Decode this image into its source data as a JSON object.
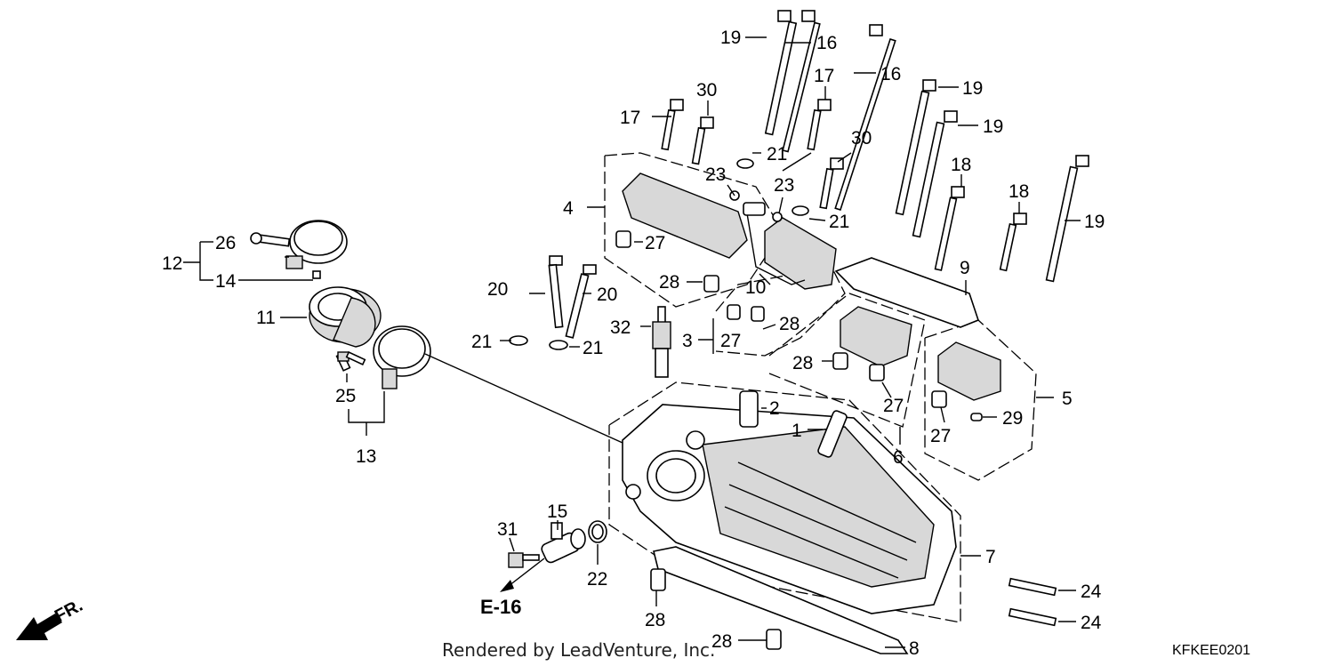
{
  "callouts": [
    {
      "id": "c1",
      "label": "1"
    },
    {
      "id": "c2",
      "label": "2"
    },
    {
      "id": "c3",
      "label": "3"
    },
    {
      "id": "c4",
      "label": "4"
    },
    {
      "id": "c5",
      "label": "5"
    },
    {
      "id": "c6",
      "label": "6"
    },
    {
      "id": "c7",
      "label": "7"
    },
    {
      "id": "c8",
      "label": "8"
    },
    {
      "id": "c9",
      "label": "9"
    },
    {
      "id": "c10",
      "label": "10"
    },
    {
      "id": "c11",
      "label": "11"
    },
    {
      "id": "c12",
      "label": "12"
    },
    {
      "id": "c13",
      "label": "13"
    },
    {
      "id": "c14",
      "label": "14"
    },
    {
      "id": "c15",
      "label": "15"
    },
    {
      "id": "c16a",
      "label": "16"
    },
    {
      "id": "c16b",
      "label": "16"
    },
    {
      "id": "c17a",
      "label": "17"
    },
    {
      "id": "c17b",
      "label": "17"
    },
    {
      "id": "c18a",
      "label": "18"
    },
    {
      "id": "c18b",
      "label": "18"
    },
    {
      "id": "c19a",
      "label": "19"
    },
    {
      "id": "c19b",
      "label": "19"
    },
    {
      "id": "c19c",
      "label": "19"
    },
    {
      "id": "c19d",
      "label": "19"
    },
    {
      "id": "c20a",
      "label": "20"
    },
    {
      "id": "c20b",
      "label": "20"
    },
    {
      "id": "c21a",
      "label": "21"
    },
    {
      "id": "c21b",
      "label": "21"
    },
    {
      "id": "c21c",
      "label": "21"
    },
    {
      "id": "c21d",
      "label": "21"
    },
    {
      "id": "c22",
      "label": "22"
    },
    {
      "id": "c23a",
      "label": "23"
    },
    {
      "id": "c23b",
      "label": "23"
    },
    {
      "id": "c24a",
      "label": "24"
    },
    {
      "id": "c24b",
      "label": "24"
    },
    {
      "id": "c25",
      "label": "25"
    },
    {
      "id": "c26",
      "label": "26"
    },
    {
      "id": "c27a",
      "label": "27"
    },
    {
      "id": "c27b",
      "label": "27"
    },
    {
      "id": "c27c",
      "label": "27"
    },
    {
      "id": "c27d",
      "label": "27"
    },
    {
      "id": "c28a",
      "label": "28"
    },
    {
      "id": "c28b",
      "label": "28"
    },
    {
      "id": "c28c",
      "label": "28"
    },
    {
      "id": "c28d",
      "label": "28"
    },
    {
      "id": "c28e",
      "label": "28"
    },
    {
      "id": "c29",
      "label": "29"
    },
    {
      "id": "c30a",
      "label": "30"
    },
    {
      "id": "c30b",
      "label": "30"
    },
    {
      "id": "c31",
      "label": "31"
    },
    {
      "id": "c32",
      "label": "32"
    }
  ],
  "reference": "E-16",
  "direction": "FR.",
  "footer": "Rendered by LeadVenture, Inc.",
  "diagram_code": "KFKEE0201",
  "colors": {
    "ink": "#000000",
    "background": "#ffffff",
    "shade": "#d8d8d8"
  }
}
